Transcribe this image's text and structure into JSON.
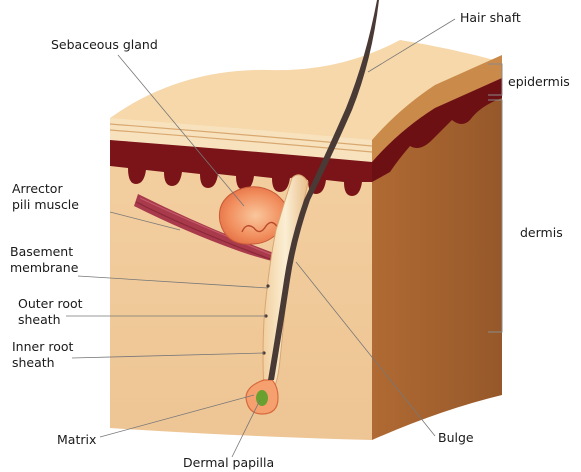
{
  "labels": {
    "hair_shaft": "Hair shaft",
    "sebaceous_gland": "Sebaceous gland",
    "arrector_line1": "Arrector",
    "arrector_line2": "pili muscle",
    "basement_line1": "Basement",
    "basement_line2": "membrane",
    "outer_line1": "Outer root",
    "outer_line2": "sheath",
    "inner_line1": "Inner root",
    "inner_line2": "sheath",
    "matrix": "Matrix",
    "dermal_papilla": "Dermal papilla",
    "bulge": "Bulge",
    "epidermis": "epidermis",
    "dermis": "dermis"
  },
  "colors": {
    "skin_top": "#f4d4a6",
    "skin_front": "#f0c99a",
    "skin_side": "#a3642e",
    "epidermis_band": "#f7dfb8",
    "papillae": "#7a1418",
    "gland": "#f08a50",
    "muscle": "#a83a4c",
    "hair": "#4a3a36",
    "papilla": "#6aa030"
  }
}
